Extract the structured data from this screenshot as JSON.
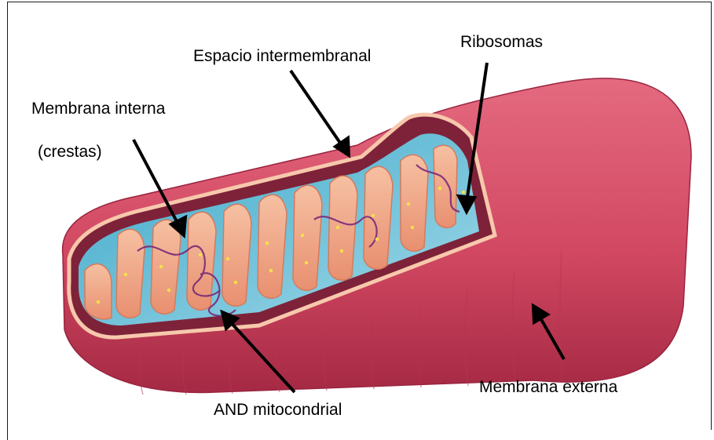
{
  "labels": {
    "ribosomas": "Ribosomas",
    "espacio": "Espacio intermembranal",
    "membrana_interna": "Membrana interna",
    "crestas": "(crestas)",
    "membrana_externa": "Membrana externa",
    "adn": "AND mitocondrial"
  },
  "colors": {
    "outer_membrane": "#d64a66",
    "outer_membrane_dark": "#b0324f",
    "inner_membrane": "#f0a681",
    "matrix": "#7ec7dc",
    "intermembrane_space": "#8a2a3f",
    "dna": "#7a2a7a",
    "ribosome": "#f4e24a",
    "arrow": "#000000"
  }
}
